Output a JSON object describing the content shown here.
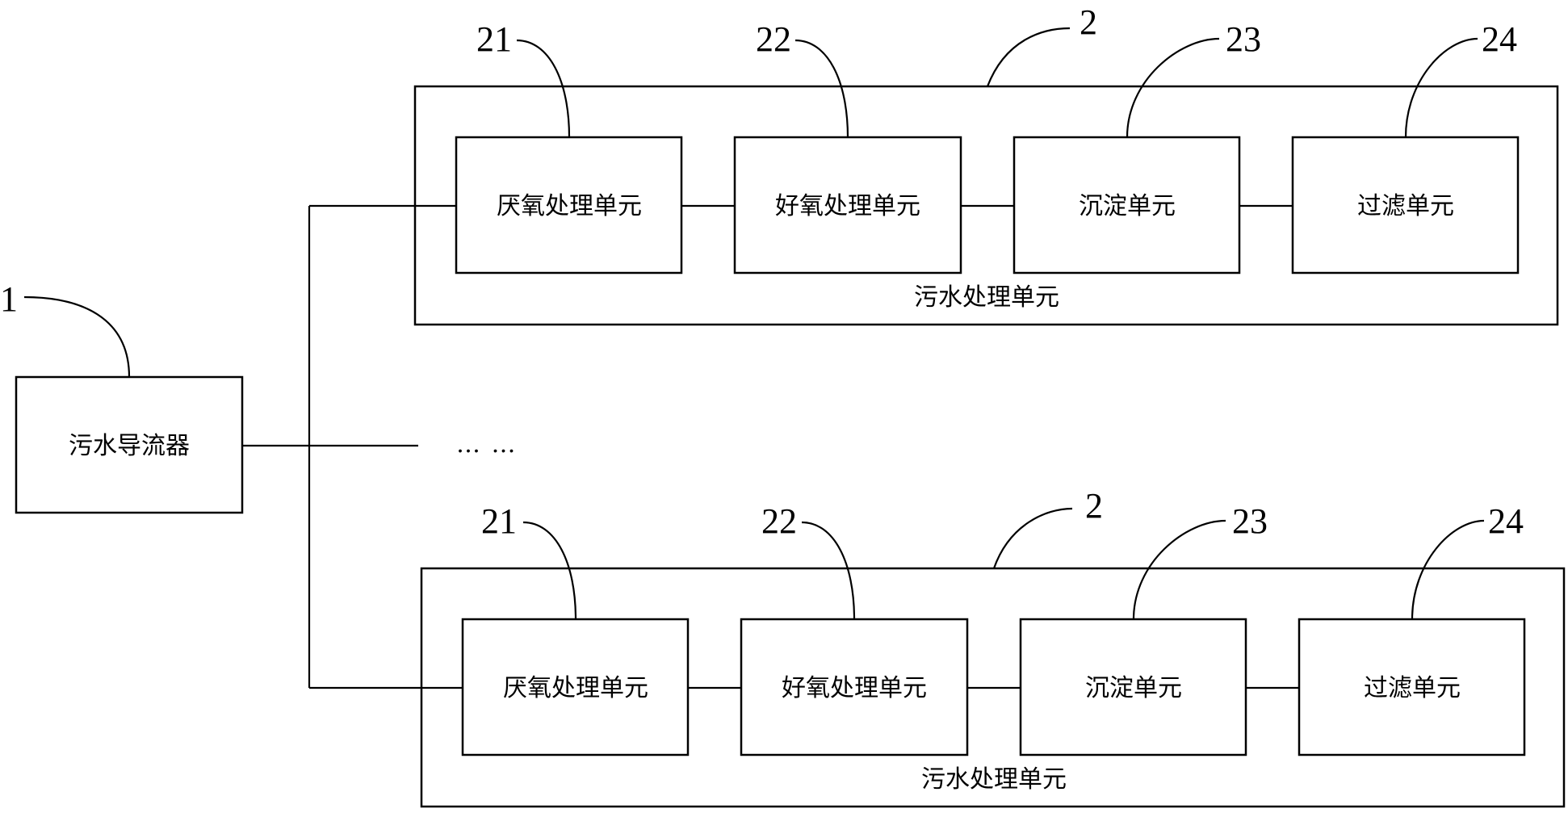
{
  "diverter": {
    "label": "污水导流器",
    "ref": "1"
  },
  "ellipsis": "…  …",
  "modules": [
    {
      "ref": "2",
      "caption": "污水处理单元",
      "units": [
        {
          "ref": "21",
          "label": "厌氧处理单元"
        },
        {
          "ref": "22",
          "label": "好氧处理单元"
        },
        {
          "ref": "23",
          "label": "沉淀单元"
        },
        {
          "ref": "24",
          "label": "过滤单元"
        }
      ]
    },
    {
      "ref": "2",
      "caption": "污水处理单元",
      "units": [
        {
          "ref": "21",
          "label": "厌氧处理单元"
        },
        {
          "ref": "22",
          "label": "好氧处理单元"
        },
        {
          "ref": "23",
          "label": "沉淀单元"
        },
        {
          "ref": "24",
          "label": "过滤单元"
        }
      ]
    }
  ]
}
